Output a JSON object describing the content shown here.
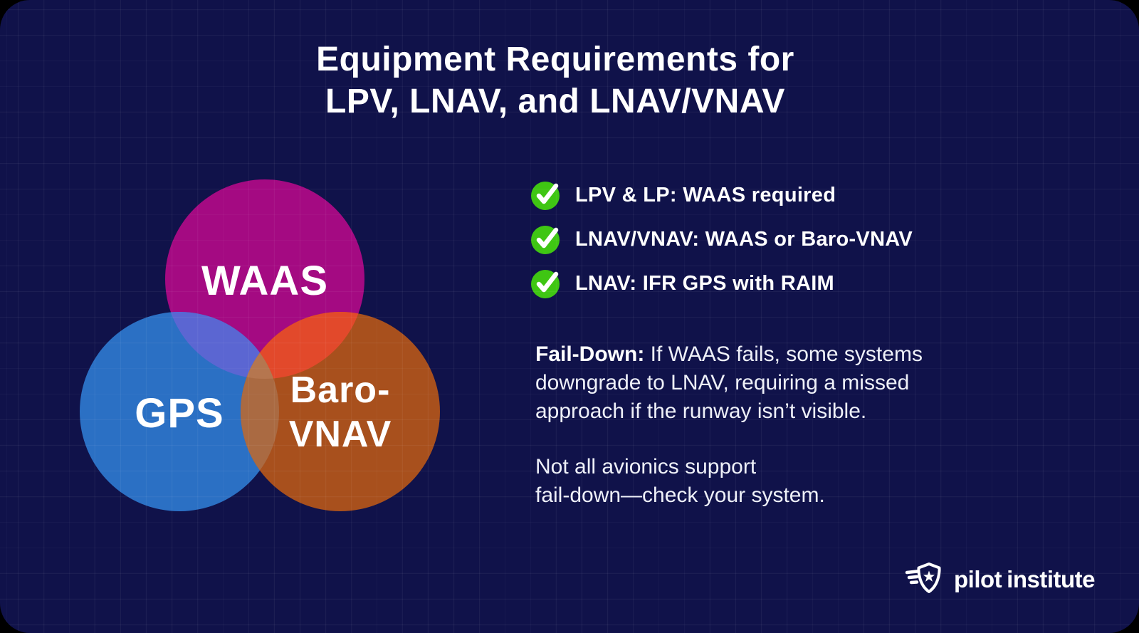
{
  "card": {
    "background": "#10124a",
    "outer_background": "#000000",
    "grid_line_color": "rgba(255,255,255,0.05)"
  },
  "title": {
    "line1": "Equipment Requirements for",
    "line2": "LPV, LNAV, and LNAV/VNAV"
  },
  "venn": {
    "circles": [
      {
        "id": "waas",
        "label": "WAAS",
        "color": "#a40a82"
      },
      {
        "id": "gps",
        "label": "GPS",
        "color": "#2b70c4"
      },
      {
        "id": "baro",
        "label_line1": "Baro-",
        "label_line2": "VNAV",
        "color": "#a8501d"
      }
    ],
    "overlaps": {
      "waas_gps": "#5b66d2",
      "waas_baro": "#e2492b",
      "gps_baro": "#aa6a42",
      "center": "#b5764f"
    }
  },
  "checklist": {
    "check_color": "#3fc613",
    "items": [
      "LPV & LP: WAAS required",
      "LNAV/VNAV: WAAS or Baro-VNAV",
      "LNAV: IFR GPS with RAIM"
    ]
  },
  "faildown": {
    "label": "Fail-Down:",
    "line1_rest": " If WAAS fails, some systems",
    "line2": "downgrade to LNAV, requiring a missed",
    "line3": "approach if the runway isn’t visible."
  },
  "note": {
    "line1": "Not all avionics support",
    "line2": "fail-down—check your system."
  },
  "logo": {
    "word1": "pilot",
    "word2": "institute"
  }
}
